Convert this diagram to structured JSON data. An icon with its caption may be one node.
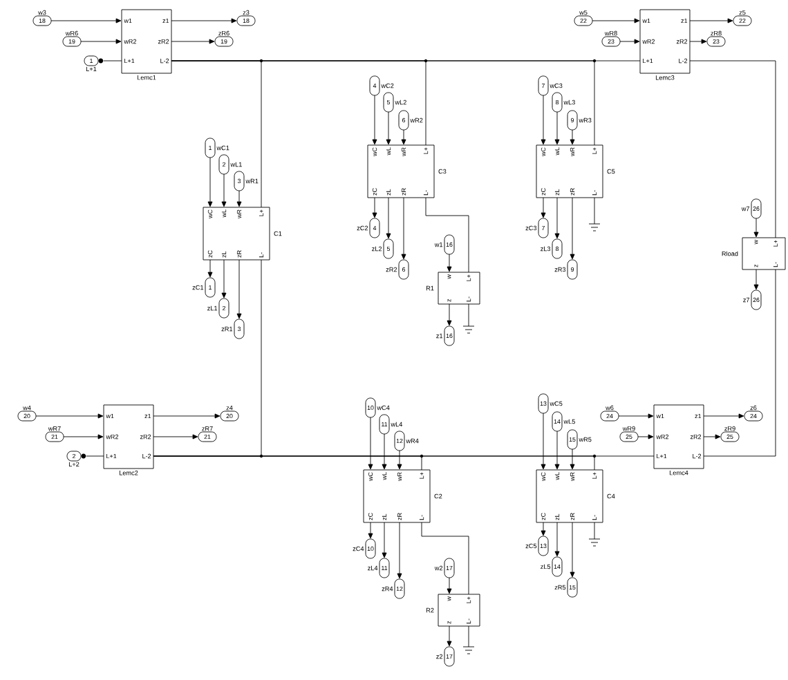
{
  "diagram": {
    "nodes": [
      {
        "text": [
          "18"
        ],
        "beside": [
          "w3"
        ]
      },
      {
        "text": [
          "19"
        ],
        "beside": [
          "wR6"
        ]
      },
      {
        "text": [
          "1"
        ],
        "beside": [
          "L+1"
        ]
      },
      {
        "text": [
          "w1",
          "wR2",
          "L+1",
          "z1",
          "zR2",
          "L-2",
          "Lemc1"
        ]
      },
      {
        "text": [
          "18"
        ],
        "beside": [
          "z3"
        ]
      },
      {
        "text": [
          "19"
        ],
        "beside": [
          "zR6"
        ]
      },
      {
        "text": [
          "22"
        ],
        "beside": [
          "w5"
        ]
      },
      {
        "text": [
          "23"
        ],
        "beside": [
          "wR8"
        ]
      },
      {
        "text": [
          "w1",
          "wR2",
          "L+1",
          "z1",
          "zR2",
          "L-2",
          "Lemc3"
        ]
      },
      {
        "text": [
          "22"
        ],
        "beside": [
          "z5"
        ]
      },
      {
        "text": [
          "23"
        ],
        "beside": [
          "zR8"
        ]
      },
      {
        "text": [
          "4"
        ],
        "beside": [
          "wC2"
        ]
      },
      {
        "text": [
          "5"
        ],
        "beside": [
          "wL2"
        ]
      },
      {
        "text": [
          "6"
        ],
        "beside": [
          "wR2"
        ]
      },
      {
        "text": [
          "7"
        ],
        "beside": [
          "wC3"
        ]
      },
      {
        "text": [
          "8"
        ],
        "beside": [
          "wL3"
        ]
      },
      {
        "text": [
          "9"
        ],
        "beside": [
          "wR3"
        ]
      },
      {
        "text": [
          "1"
        ],
        "beside": [
          "wC1"
        ]
      },
      {
        "text": [
          "2"
        ],
        "beside": [
          "wL1"
        ]
      },
      {
        "text": [
          "3"
        ],
        "beside": [
          "wR1"
        ]
      },
      {
        "text": [
          "wC",
          "wL",
          "wR",
          "L+",
          "zC",
          "zL",
          "zR",
          "L-",
          "C3"
        ]
      },
      {
        "text": [
          "wC",
          "wL",
          "wR",
          "L+",
          "zC",
          "zL",
          "zR",
          "L-",
          "C5"
        ]
      },
      {
        "text": [
          "wC",
          "wL",
          "wR",
          "L+",
          "zC",
          "zL",
          "zR",
          "L-",
          "C1"
        ]
      },
      {
        "text": [
          "4"
        ],
        "beside": [
          "zC2"
        ]
      },
      {
        "text": [
          "5"
        ],
        "beside": [
          "zL2"
        ]
      },
      {
        "text": [
          "6"
        ],
        "beside": [
          "zR2"
        ]
      },
      {
        "text": [
          "7"
        ],
        "beside": [
          "zC3"
        ]
      },
      {
        "text": [
          "8"
        ],
        "beside": [
          "zL3"
        ]
      },
      {
        "text": [
          "9"
        ],
        "beside": [
          "zR3"
        ]
      },
      {
        "text": [],
        "shape": "ground"
      },
      {
        "text": [
          "16"
        ],
        "beside": [
          "w1"
        ]
      },
      {
        "text": [
          "26"
        ],
        "beside": [
          "w7"
        ]
      },
      {
        "text": [
          "w",
          "L+",
          "z",
          "L-",
          "R1"
        ]
      },
      {
        "text": [
          "w",
          "L+",
          "z",
          "L-",
          "Rload"
        ]
      },
      {
        "text": [
          "1"
        ],
        "beside": [
          "zC1"
        ]
      },
      {
        "text": [
          "2"
        ],
        "beside": [
          "zL1"
        ]
      },
      {
        "text": [
          "3"
        ],
        "beside": [
          "zR1"
        ]
      },
      {
        "text": [
          "26"
        ],
        "beside": [
          "z7"
        ]
      },
      {
        "text": [
          "16"
        ],
        "beside": [
          "z1"
        ]
      },
      {
        "text": [],
        "shape": "ground"
      },
      {
        "text": [
          "20"
        ],
        "beside": [
          "w4"
        ]
      },
      {
        "text": [
          "21"
        ],
        "beside": [
          "wR7"
        ]
      },
      {
        "text": [
          "2"
        ],
        "beside": [
          "L+2"
        ]
      },
      {
        "text": [
          "w1",
          "wR2",
          "L+1",
          "z1",
          "zR2",
          "L-2",
          "Lemc2"
        ]
      },
      {
        "text": [
          "20"
        ],
        "beside": [
          "z4"
        ]
      },
      {
        "text": [
          "21"
        ],
        "beside": [
          "zR7"
        ]
      },
      {
        "text": [
          "10"
        ],
        "beside": [
          "wC4"
        ]
      },
      {
        "text": [
          "11"
        ],
        "beside": [
          "wL4"
        ]
      },
      {
        "text": [
          "12"
        ],
        "beside": [
          "wR4"
        ]
      },
      {
        "text": [
          "wC",
          "wL",
          "wR",
          "L+",
          "zC",
          "zL",
          "zR",
          "L-",
          "C2"
        ]
      },
      {
        "text": [
          "13"
        ],
        "beside": [
          "wC5"
        ]
      },
      {
        "text": [
          "14"
        ],
        "beside": [
          "wL5"
        ]
      },
      {
        "text": [
          "15"
        ],
        "beside": [
          "wR5"
        ]
      },
      {
        "text": [
          "wC",
          "wL",
          "wR",
          "L+",
          "zC",
          "zL",
          "zR",
          "L-",
          "C4"
        ]
      },
      {
        "text": [
          "24"
        ],
        "beside": [
          "w6"
        ]
      },
      {
        "text": [
          "25"
        ],
        "beside": [
          "wR9"
        ]
      },
      {
        "text": [
          "w1",
          "wR2",
          "L+1",
          "z1",
          "zR2",
          "L-2",
          "Lemc4"
        ]
      },
      {
        "text": [
          "24"
        ],
        "beside": [
          "z6"
        ]
      },
      {
        "text": [
          "25"
        ],
        "beside": [
          "zR9"
        ]
      },
      {
        "text": [
          "10"
        ],
        "beside": [
          "zC4"
        ]
      },
      {
        "text": [
          "11"
        ],
        "beside": [
          "zL4"
        ]
      },
      {
        "text": [
          "12"
        ],
        "beside": [
          "zR4"
        ]
      },
      {
        "text": [
          "13"
        ],
        "beside": [
          "zC5"
        ]
      },
      {
        "text": [
          "14"
        ],
        "beside": [
          "zL5"
        ]
      },
      {
        "text": [
          "15"
        ],
        "beside": [
          "zR5"
        ]
      },
      {
        "text": [],
        "shape": "ground"
      },
      {
        "text": [
          "17"
        ],
        "beside": [
          "w2"
        ]
      },
      {
        "text": [
          "w",
          "L+",
          "z",
          "L-",
          "R2"
        ]
      },
      {
        "text": [
          "17"
        ],
        "beside": [
          "z2"
        ]
      },
      {
        "text": [],
        "shape": "ground"
      }
    ],
    "edges": [
      {
        "from": 0,
        "to": 3,
        "arrow": "to"
      },
      {
        "from": 1,
        "to": 3,
        "arrow": "to"
      },
      {
        "from": 2,
        "to": 3,
        "arrow": "none"
      },
      {
        "from": 3,
        "to": 4,
        "arrow": "to"
      },
      {
        "from": 3,
        "to": 5,
        "arrow": "to"
      },
      {
        "from": 6,
        "to": 8,
        "arrow": "to"
      },
      {
        "from": 7,
        "to": 8,
        "arrow": "to"
      },
      {
        "from": 8,
        "to": 9,
        "arrow": "to"
      },
      {
        "from": 8,
        "to": 10,
        "arrow": "to"
      },
      {
        "from": 3,
        "to": 8,
        "arrow": "none"
      },
      {
        "from": 3,
        "to": 22,
        "arrow": "none"
      },
      {
        "from": 3,
        "to": 20,
        "arrow": "none"
      },
      {
        "from": 3,
        "to": 21,
        "arrow": "none"
      },
      {
        "from": 11,
        "to": 20,
        "arrow": "to"
      },
      {
        "from": 12,
        "to": 20,
        "arrow": "to"
      },
      {
        "from": 13,
        "to": 20,
        "arrow": "to"
      },
      {
        "from": 14,
        "to": 21,
        "arrow": "to"
      },
      {
        "from": 15,
        "to": 21,
        "arrow": "to"
      },
      {
        "from": 16,
        "to": 21,
        "arrow": "to"
      },
      {
        "from": 17,
        "to": 22,
        "arrow": "to"
      },
      {
        "from": 18,
        "to": 22,
        "arrow": "to"
      },
      {
        "from": 19,
        "to": 22,
        "arrow": "to"
      },
      {
        "from": 20,
        "to": 23,
        "arrow": "to"
      },
      {
        "from": 20,
        "to": 24,
        "arrow": "to"
      },
      {
        "from": 20,
        "to": 25,
        "arrow": "to"
      },
      {
        "from": 21,
        "to": 26,
        "arrow": "to"
      },
      {
        "from": 21,
        "to": 27,
        "arrow": "to"
      },
      {
        "from": 21,
        "to": 28,
        "arrow": "to"
      },
      {
        "from": 21,
        "to": 29,
        "arrow": "none"
      },
      {
        "from": 20,
        "to": 32,
        "arrow": "none"
      },
      {
        "from": 30,
        "to": 32,
        "arrow": "to"
      },
      {
        "from": 31,
        "to": 33,
        "arrow": "to"
      },
      {
        "from": 8,
        "to": 33,
        "arrow": "none"
      },
      {
        "from": 22,
        "to": 34,
        "arrow": "to"
      },
      {
        "from": 22,
        "to": 35,
        "arrow": "to"
      },
      {
        "from": 22,
        "to": 36,
        "arrow": "to"
      },
      {
        "from": 33,
        "to": 37,
        "arrow": "to"
      },
      {
        "from": 32,
        "to": 38,
        "arrow": "to"
      },
      {
        "from": 32,
        "to": 39,
        "arrow": "none"
      },
      {
        "from": 40,
        "to": 43,
        "arrow": "to"
      },
      {
        "from": 41,
        "to": 43,
        "arrow": "to"
      },
      {
        "from": 42,
        "to": 43,
        "arrow": "none"
      },
      {
        "from": 43,
        "to": 44,
        "arrow": "to"
      },
      {
        "from": 43,
        "to": 45,
        "arrow": "to"
      },
      {
        "from": 43,
        "to": 56,
        "arrow": "none"
      },
      {
        "from": 43,
        "to": 22,
        "arrow": "none"
      },
      {
        "from": 43,
        "to": 49,
        "arrow": "none"
      },
      {
        "from": 43,
        "to": 53,
        "arrow": "none"
      },
      {
        "from": 46,
        "to": 49,
        "arrow": "to"
      },
      {
        "from": 47,
        "to": 49,
        "arrow": "to"
      },
      {
        "from": 48,
        "to": 49,
        "arrow": "to"
      },
      {
        "from": 50,
        "to": 53,
        "arrow": "to"
      },
      {
        "from": 51,
        "to": 53,
        "arrow": "to"
      },
      {
        "from": 52,
        "to": 53,
        "arrow": "to"
      },
      {
        "from": 54,
        "to": 56,
        "arrow": "to"
      },
      {
        "from": 55,
        "to": 56,
        "arrow": "to"
      },
      {
        "from": 56,
        "to": 57,
        "arrow": "to"
      },
      {
        "from": 56,
        "to": 58,
        "arrow": "to"
      },
      {
        "from": 33,
        "to": 56,
        "arrow": "none"
      },
      {
        "from": 49,
        "to": 59,
        "arrow": "to"
      },
      {
        "from": 49,
        "to": 60,
        "arrow": "to"
      },
      {
        "from": 49,
        "to": 61,
        "arrow": "to"
      },
      {
        "from": 53,
        "to": 62,
        "arrow": "to"
      },
      {
        "from": 53,
        "to": 63,
        "arrow": "to"
      },
      {
        "from": 53,
        "to": 64,
        "arrow": "to"
      },
      {
        "from": 53,
        "to": 65,
        "arrow": "none"
      },
      {
        "from": 49,
        "to": 67,
        "arrow": "none"
      },
      {
        "from": 66,
        "to": 67,
        "arrow": "to"
      },
      {
        "from": 67,
        "to": 68,
        "arrow": "to"
      },
      {
        "from": 67,
        "to": 69,
        "arrow": "none"
      }
    ]
  }
}
